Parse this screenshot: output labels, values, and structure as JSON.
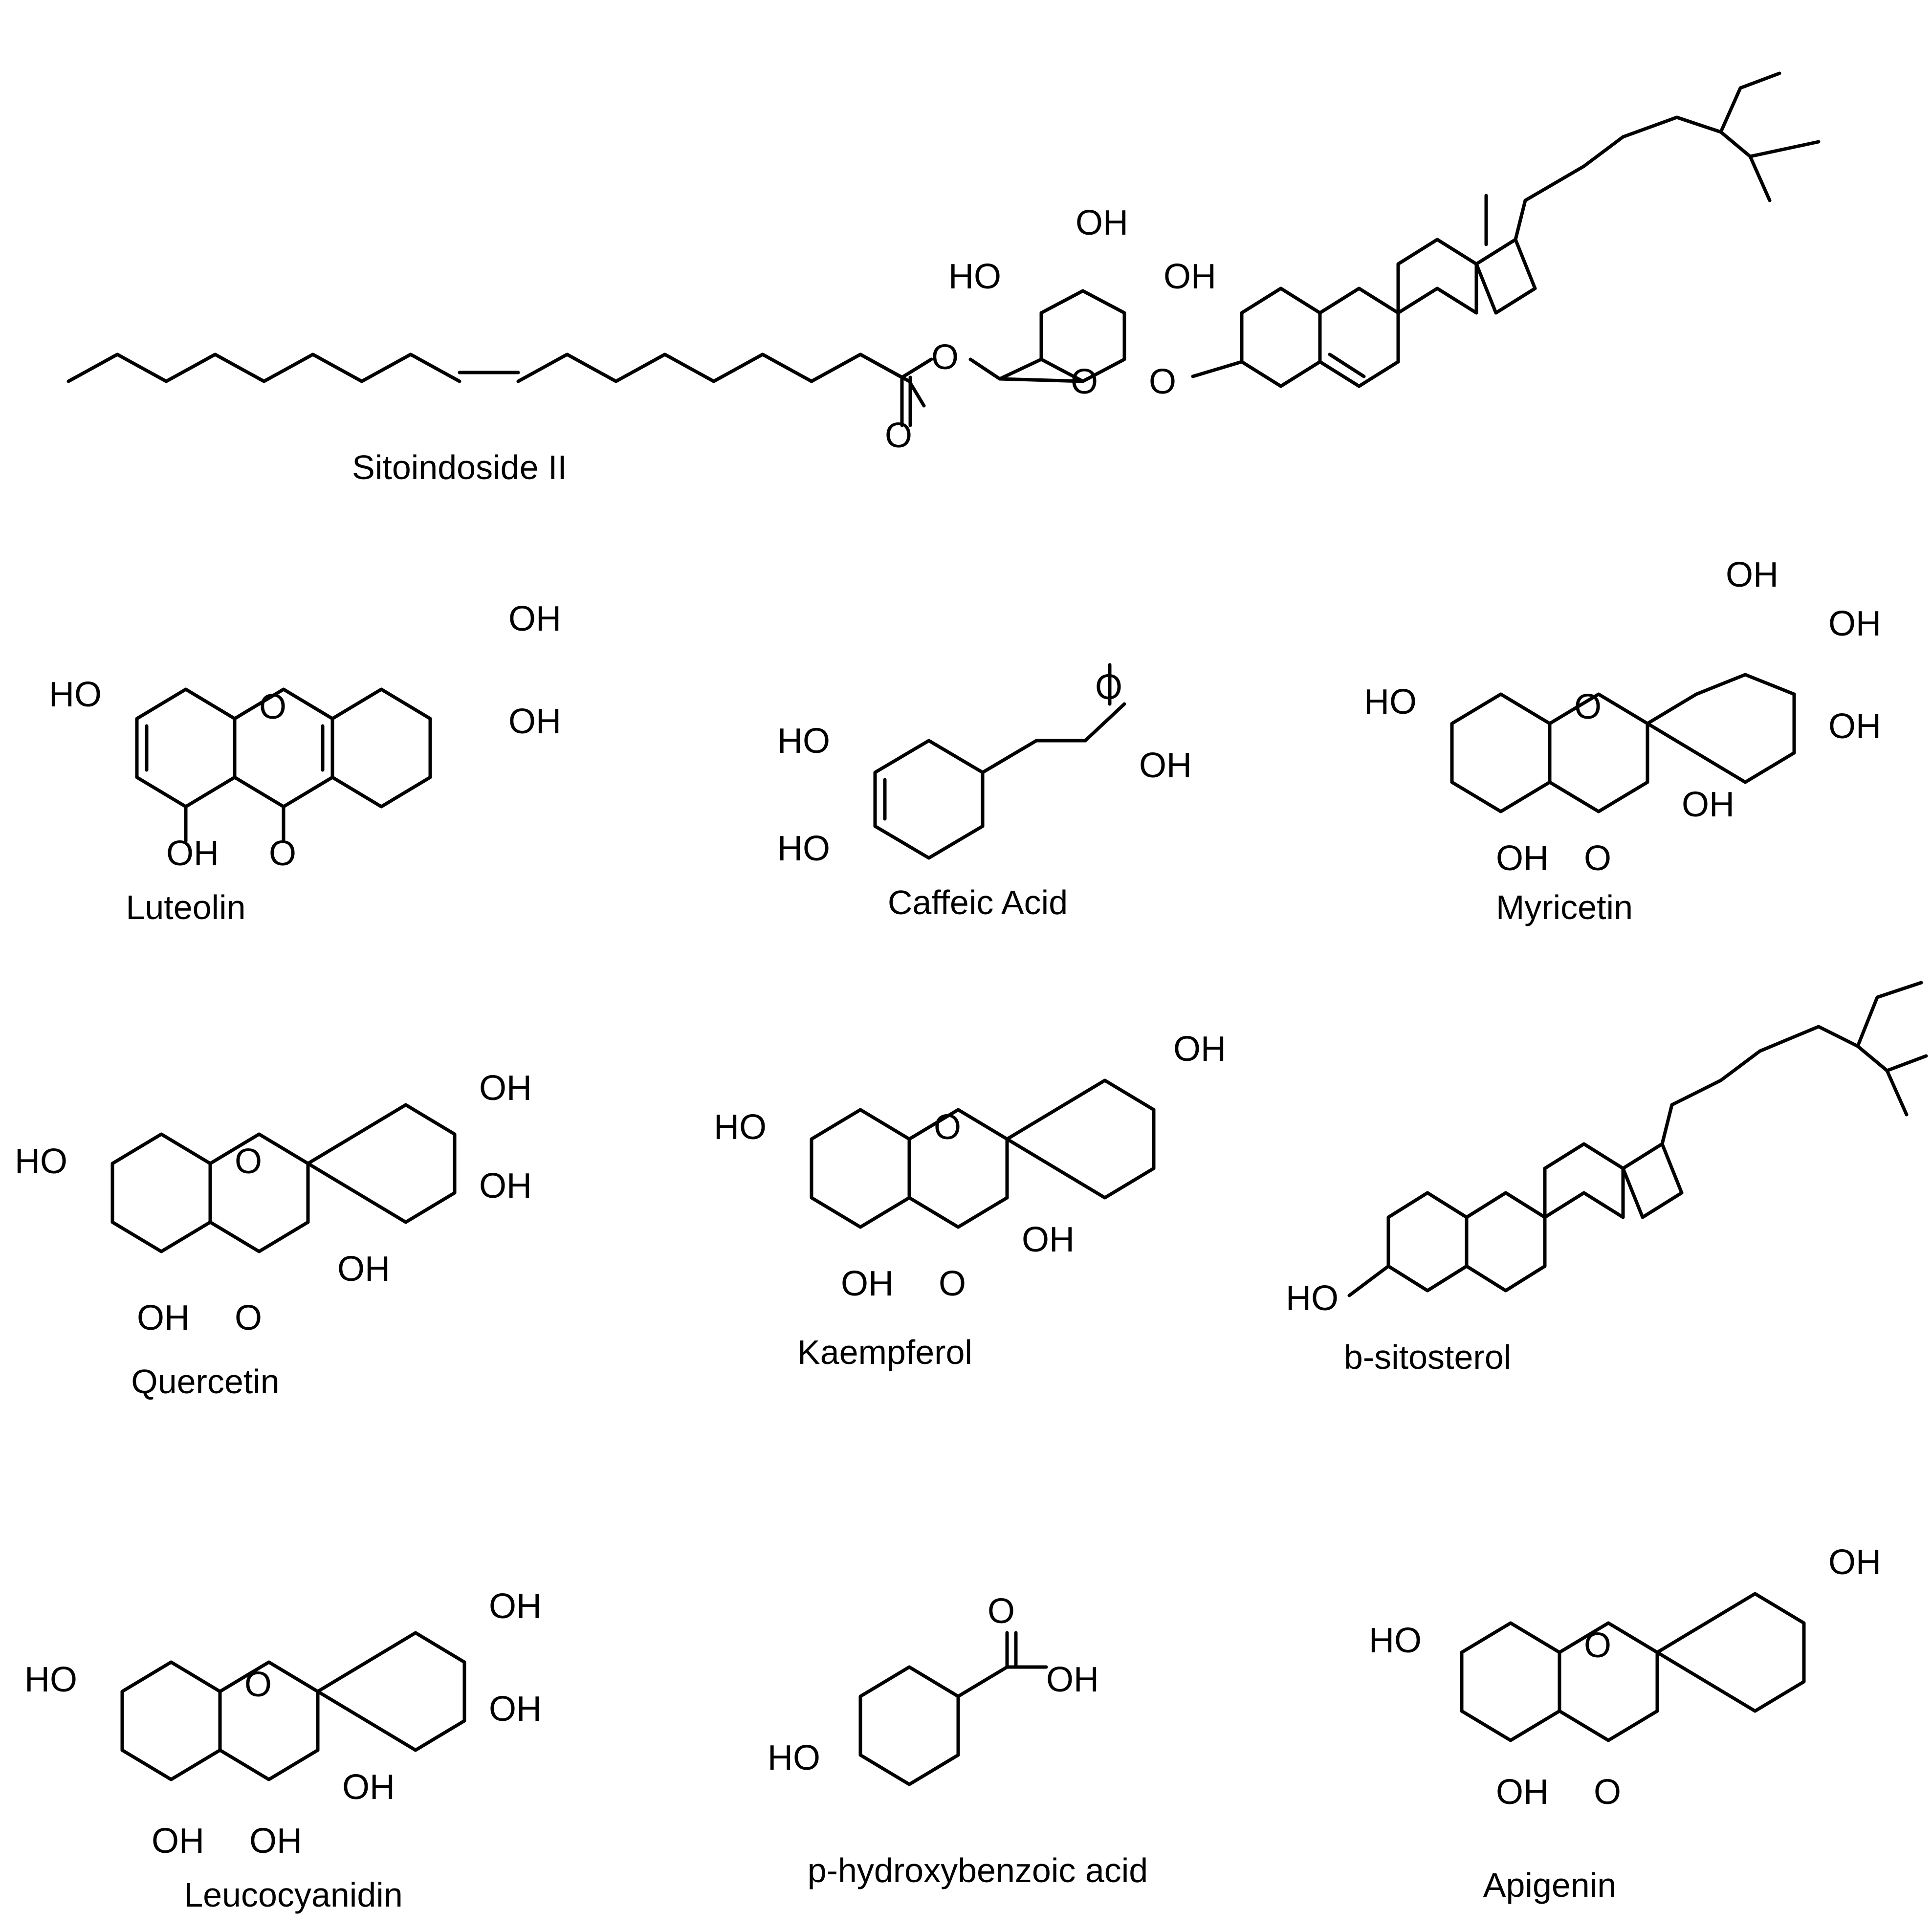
{
  "colors": {
    "ink": "#000000",
    "background": "#ffffff"
  },
  "compounds": [
    {
      "name": "Sitoindoside II"
    },
    {
      "name": "Luteolin"
    },
    {
      "name": "Caffeic Acid"
    },
    {
      "name": "Myricetin"
    },
    {
      "name": "Quercetin"
    },
    {
      "name": "Kaempferol"
    },
    {
      "name": "b-sitosterol"
    },
    {
      "name": "Leucocyanidin"
    },
    {
      "name": "p-hydroxybenzoic acid"
    },
    {
      "name": "Apigenin"
    }
  ],
  "atom_labels": {
    "OH": "OH",
    "HO": "HO",
    "O": "O"
  }
}
